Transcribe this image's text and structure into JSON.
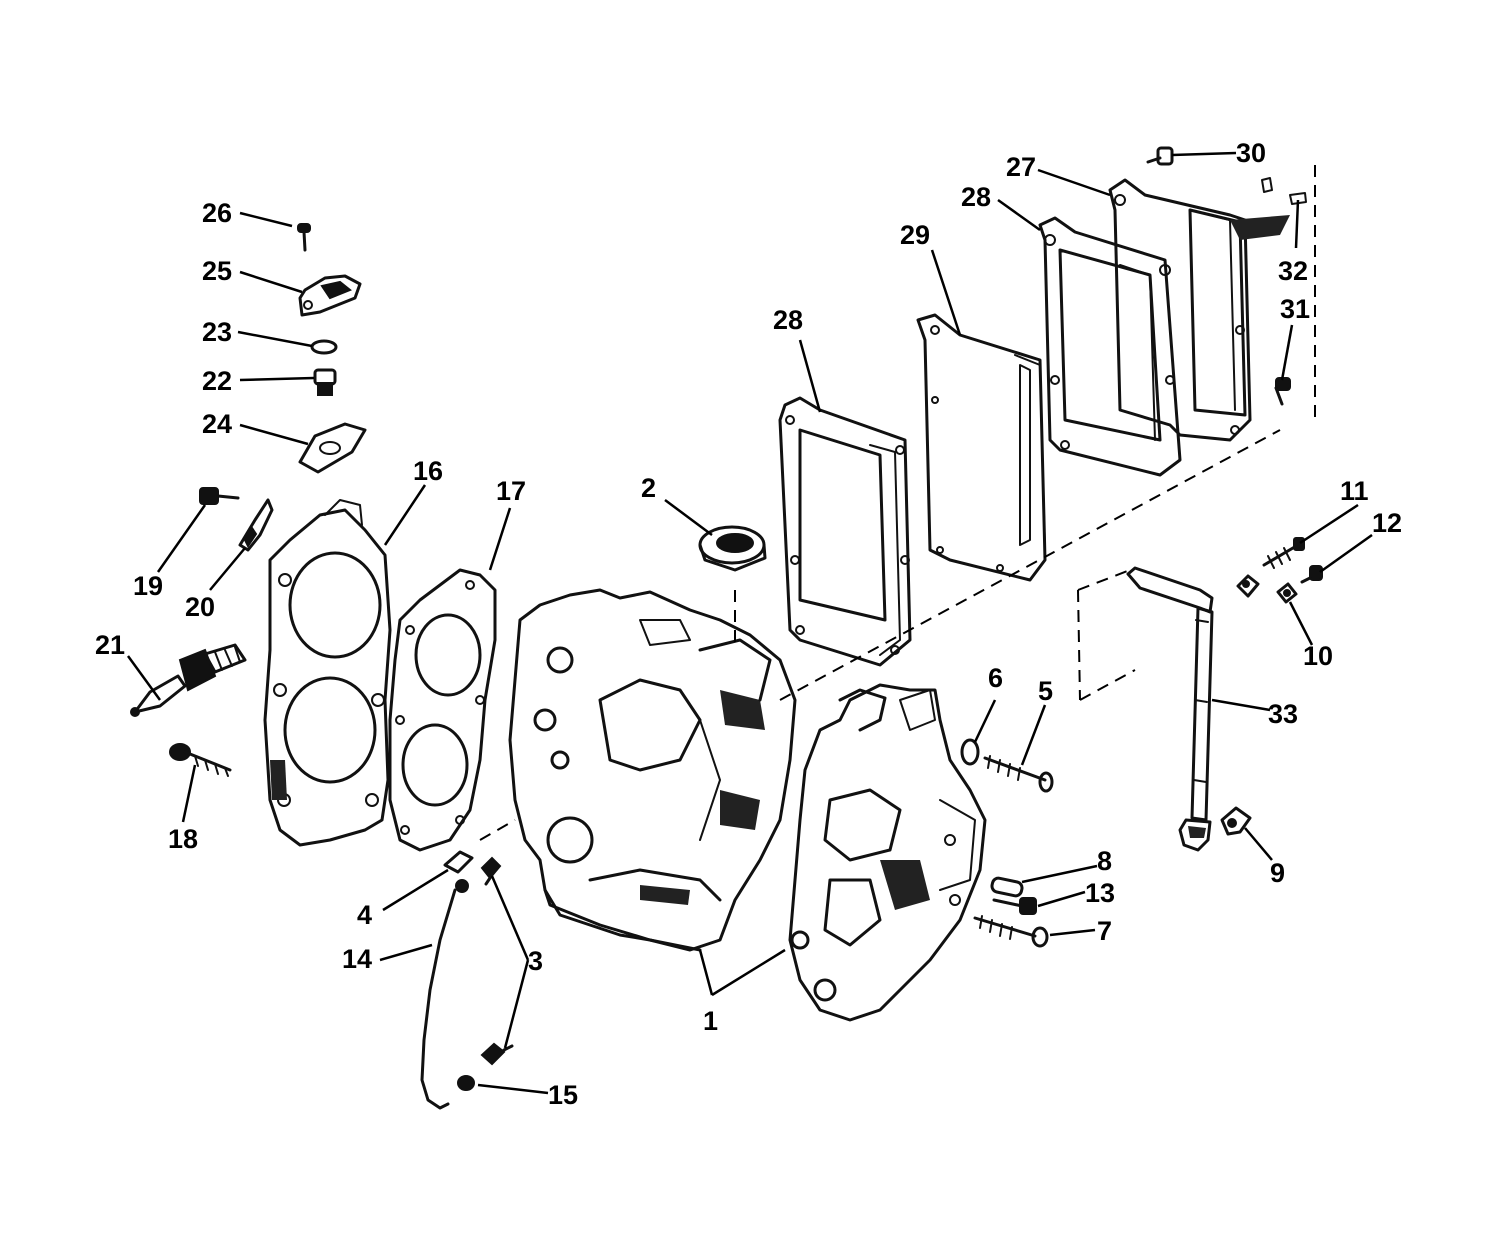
{
  "callouts": {
    "c1": "1",
    "c2": "2",
    "c3": "3",
    "c4": "4",
    "c5": "5",
    "c6": "6",
    "c7": "7",
    "c8": "8",
    "c9": "9",
    "c10": "10",
    "c11": "11",
    "c12": "12",
    "c13": "13",
    "c14": "14",
    "c15": "15",
    "c16": "16",
    "c17": "17",
    "c18": "18",
    "c19": "19",
    "c20": "20",
    "c21": "21",
    "c22": "22",
    "c23": "23",
    "c24": "24",
    "c25": "25",
    "c26": "26",
    "c27": "27",
    "c28a": "28",
    "c28b": "28",
    "c29": "29",
    "c30": "30",
    "c31": "31",
    "c32": "32",
    "c33": "33"
  },
  "colors": {
    "ink": "#111111",
    "paper": "#ffffff"
  }
}
